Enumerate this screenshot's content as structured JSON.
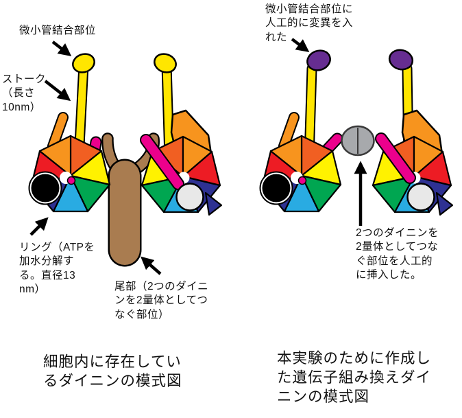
{
  "colors": {
    "orange": "#F7941E",
    "orange_dark": "#F15F22",
    "red": "#ED1C24",
    "yellow": "#FFF200",
    "stalk_yellow": "#FFE600",
    "green": "#00A651",
    "cyan": "#29ABE2",
    "navy": "#2E3192",
    "magenta": "#EC008C",
    "brown": "#A97C50",
    "purple": "#662D91",
    "gray": "#A7A9AC",
    "light_gray": "#E8E8E8",
    "outline": "#000000"
  },
  "left_panel": {
    "labels": {
      "binding_site": "微小管結合部位",
      "stalk": "ストーク\n（長さ\n10nm）",
      "ring": "リング（ATPを\n加水分解す\nる。直径13\nnm）",
      "tail": "尾部（2つのダイニ\nンを2量体としてつ\nなぐ部位）"
    },
    "caption": "細胞内に存在してい\nるダイニンの模式図"
  },
  "right_panel": {
    "labels": {
      "mutated_site": "微小管結合部位に\n人工的に変異を入\nれた",
      "linker": "2つのダイニンを\n2量体としてつな\nぐ部位を人工的\nに挿入した。"
    },
    "caption": "本実験のために作成し\nた遺伝子組み換えダイ\nニンの模式図"
  }
}
